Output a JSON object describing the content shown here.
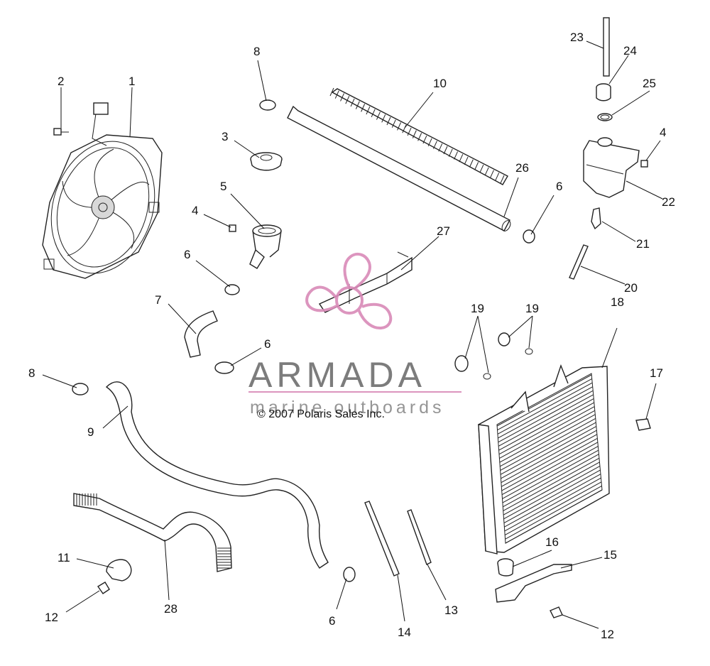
{
  "diagram": {
    "copyright": "© 2007 Polaris Sales Inc.",
    "watermark": {
      "brand": "ARMADA",
      "tagline": "marine outboards",
      "logo_color": "#d98ab8",
      "rule_color": "#d98ab8"
    },
    "callouts": [
      {
        "id": "c1",
        "label": "1"
      },
      {
        "id": "c2",
        "label": "2"
      },
      {
        "id": "c3",
        "label": "3"
      },
      {
        "id": "c4a",
        "label": "4"
      },
      {
        "id": "c4b",
        "label": "4"
      },
      {
        "id": "c5",
        "label": "5"
      },
      {
        "id": "c6a",
        "label": "6"
      },
      {
        "id": "c6b",
        "label": "6"
      },
      {
        "id": "c6c",
        "label": "6"
      },
      {
        "id": "c6d",
        "label": "6"
      },
      {
        "id": "c7",
        "label": "7"
      },
      {
        "id": "c8a",
        "label": "8"
      },
      {
        "id": "c8b",
        "label": "8"
      },
      {
        "id": "c9",
        "label": "9"
      },
      {
        "id": "c10",
        "label": "10"
      },
      {
        "id": "c11",
        "label": "11"
      },
      {
        "id": "c12a",
        "label": "12"
      },
      {
        "id": "c12b",
        "label": "12"
      },
      {
        "id": "c13",
        "label": "13"
      },
      {
        "id": "c14",
        "label": "14"
      },
      {
        "id": "c15",
        "label": "15"
      },
      {
        "id": "c16",
        "label": "16"
      },
      {
        "id": "c17",
        "label": "17"
      },
      {
        "id": "c18",
        "label": "18"
      },
      {
        "id": "c19a",
        "label": "19"
      },
      {
        "id": "c19b",
        "label": "19"
      },
      {
        "id": "c20",
        "label": "20"
      },
      {
        "id": "c21",
        "label": "21"
      },
      {
        "id": "c22",
        "label": "22"
      },
      {
        "id": "c23",
        "label": "23"
      },
      {
        "id": "c24",
        "label": "24"
      },
      {
        "id": "c25",
        "label": "25"
      },
      {
        "id": "c26",
        "label": "26"
      },
      {
        "id": "c27",
        "label": "27"
      },
      {
        "id": "c28",
        "label": "28"
      }
    ]
  }
}
